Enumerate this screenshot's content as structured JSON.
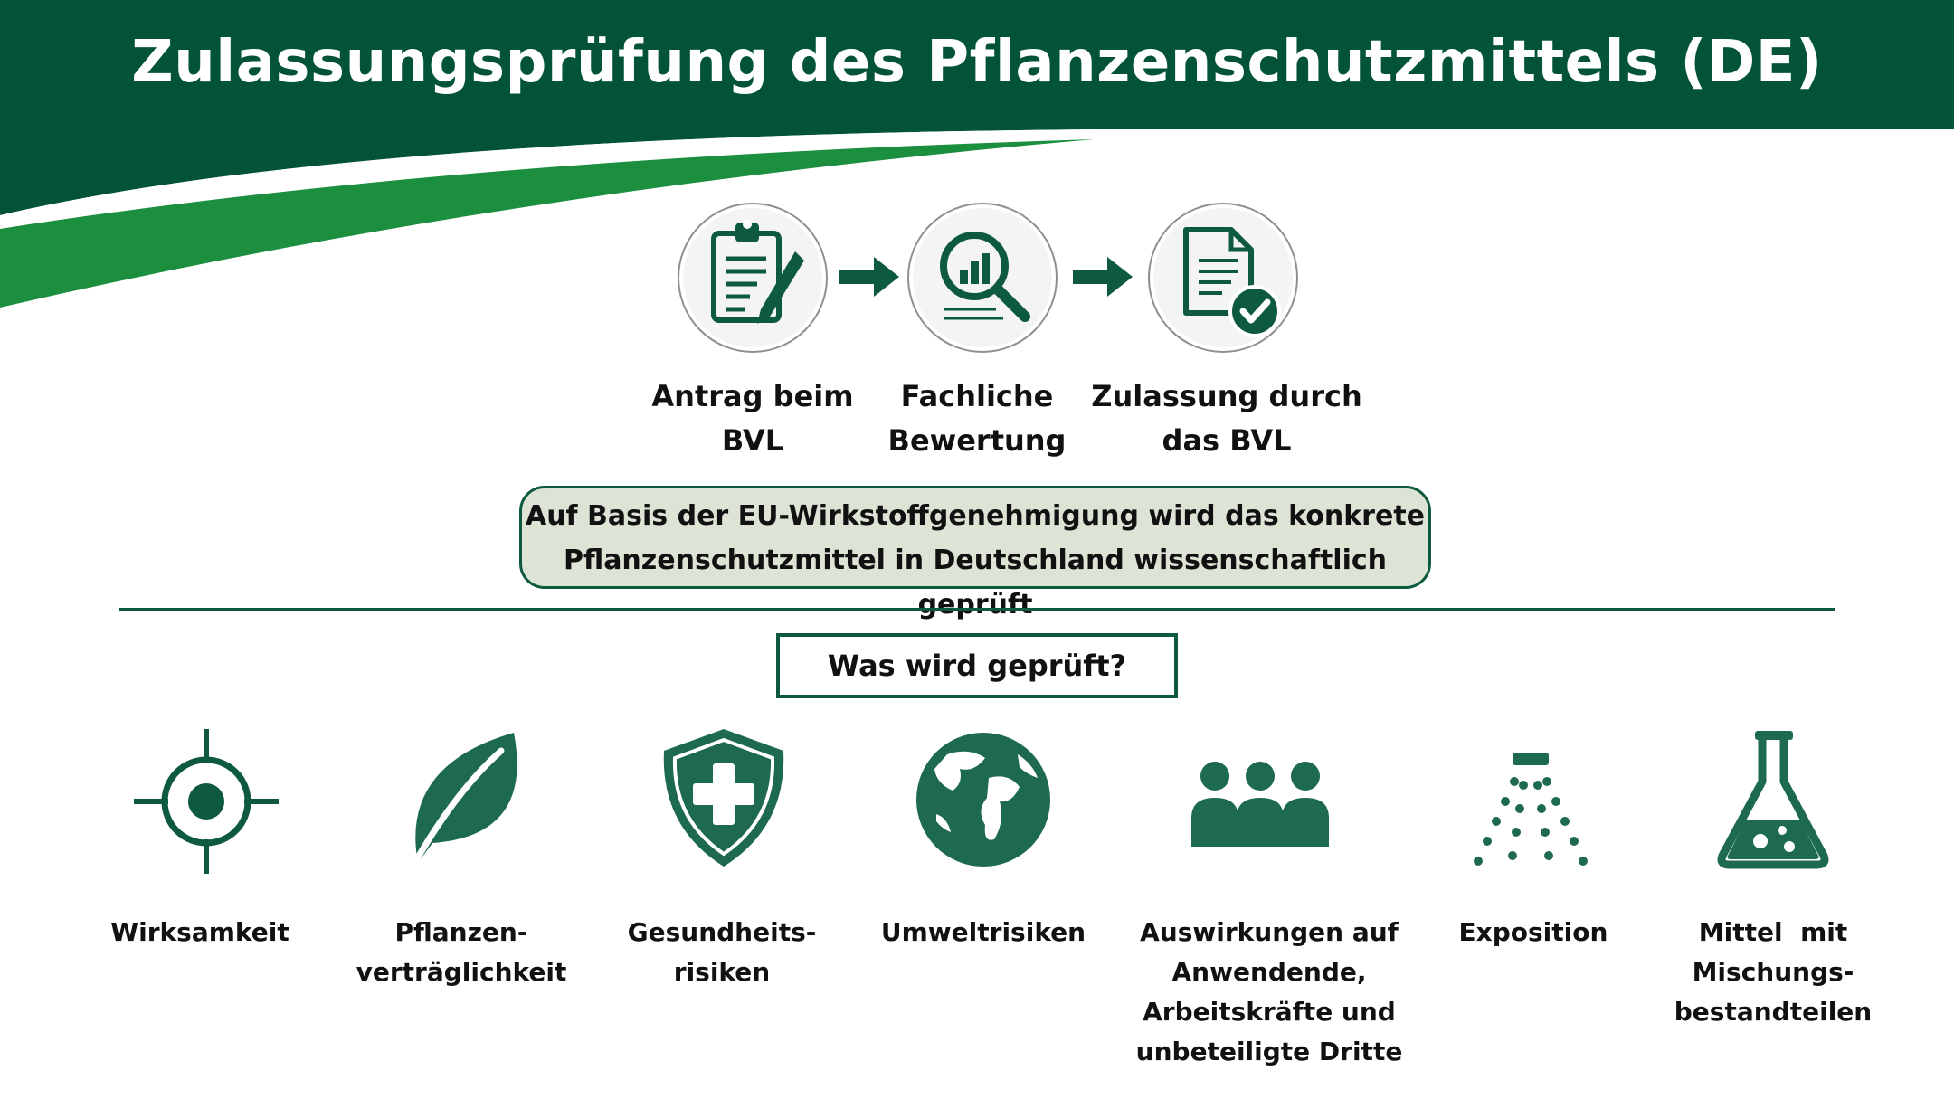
{
  "header": {
    "title": "Zulassungsprüfung des Pflanzenschutzmittels (DE)"
  },
  "colors": {
    "dark_green": "#0e5a3e",
    "bright_green": "#1c8f3f",
    "box_fill": "#dde3d5",
    "text": "#111111"
  },
  "process": {
    "steps": [
      {
        "icon": "clipboard-pen-icon",
        "lines": [
          "Antrag beim",
          "BVL"
        ]
      },
      {
        "icon": "magnifier-chart-icon",
        "lines": [
          "Fachliche",
          "Bewertung"
        ]
      },
      {
        "icon": "document-check-icon",
        "lines": [
          "Zulassung durch",
          "das BVL"
        ]
      }
    ]
  },
  "info": {
    "lines": [
      "Auf Basis der EU-Wirkstoffgenehmigung wird das konkrete",
      "Pflanzenschutzmittel in Deutschland wissenschaftlich geprüft"
    ]
  },
  "criteria": {
    "question": "Was wird geprüft?",
    "items": [
      {
        "icon": "target-icon",
        "lines": [
          "Wirksamkeit"
        ]
      },
      {
        "icon": "leaf-icon",
        "lines": [
          "Pflanzen-",
          "verträglichkeit"
        ]
      },
      {
        "icon": "shield-cross-icon",
        "lines": [
          "Gesundheits-",
          "risiken"
        ]
      },
      {
        "icon": "globe-icon",
        "lines": [
          "Umweltrisiken"
        ]
      },
      {
        "icon": "people-icon",
        "lines": [
          "Auswirkungen auf",
          "Anwendende,",
          "Arbeitskräfte und",
          "unbeteiligte Dritte"
        ]
      },
      {
        "icon": "sprayer-icon",
        "lines": [
          "Exposition"
        ]
      },
      {
        "icon": "flask-icon",
        "lines": [
          "Mittel  mit",
          "Mischungs-",
          "bestandteilen"
        ]
      }
    ]
  }
}
